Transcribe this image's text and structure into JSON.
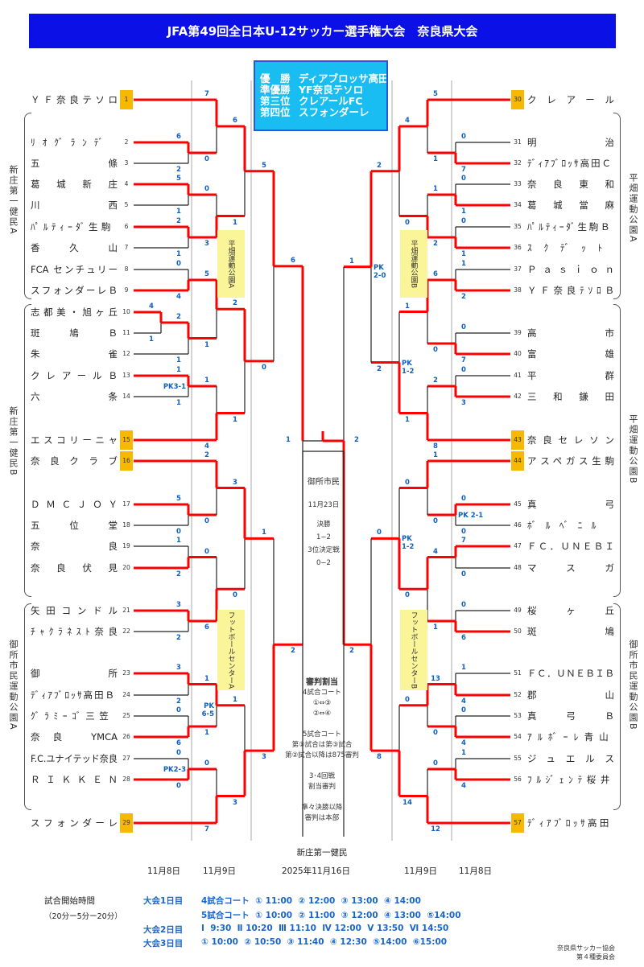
{
  "header": {
    "title": "JFA第49回全日本U-12サッカー選手権大会　奈良県大会"
  },
  "results": [
    {
      "rank": "優　勝",
      "team": "ディアブロッサ高田"
    },
    {
      "rank": "準優勝",
      "team": "YF奈良テソロ"
    },
    {
      "rank": "第三位",
      "team": "クレアールFC"
    },
    {
      "rank": "第四位",
      "team": "スフォンダーレ"
    }
  ],
  "colors": {
    "header": "#0a10e6",
    "results_box": "#19bdf2",
    "winner_line": "#ff0000",
    "score": "#1060c0",
    "seed": "#f8b800",
    "venue": "#fbf59a"
  },
  "teams": {
    "left": [
      {
        "no": "1",
        "name": "ＹＦ奈良テソロ",
        "seed": true
      },
      {
        "no": "2",
        "name": "ﾘｵｸﾞﾗﾝﾃﾞ"
      },
      {
        "no": "3",
        "name": "五條"
      },
      {
        "no": "4",
        "name": "葛城新庄"
      },
      {
        "no": "5",
        "name": "川西"
      },
      {
        "no": "6",
        "name": "ﾊﾟﾙﾃｨｰﾀﾞ生駒"
      },
      {
        "no": "7",
        "name": "香久山"
      },
      {
        "no": "8",
        "name": "FCA センチュリー"
      },
      {
        "no": "9",
        "name": "スフォンダーレＢ"
      },
      {
        "no": "10",
        "name": "志都美・旭ヶ丘"
      },
      {
        "no": "11",
        "name": "斑鳩Ｂ"
      },
      {
        "no": "12",
        "name": "朱雀"
      },
      {
        "no": "13",
        "name": "クレアールＢ"
      },
      {
        "no": "14",
        "name": "六条"
      },
      {
        "no": "15",
        "name": "エスコリーニャ",
        "seed": true
      },
      {
        "no": "16",
        "name": "奈良クラブ",
        "seed": true
      },
      {
        "no": "17",
        "name": "ＤＭＣＪＯＹ"
      },
      {
        "no": "18",
        "name": "五位堂"
      },
      {
        "no": "19",
        "name": "奈良"
      },
      {
        "no": "20",
        "name": "奈良伏見"
      },
      {
        "no": "21",
        "name": "矢田コンドル"
      },
      {
        "no": "22",
        "name": "ﾁｬｸﾗﾈｽﾄ奈良"
      },
      {
        "no": "23",
        "name": "御所"
      },
      {
        "no": "24",
        "name": "ﾃﾞｨｱﾌﾞﾛｯｻ高田Ｂ"
      },
      {
        "no": "25",
        "name": "ｸﾞﾗﾐｰｺﾞ三笠"
      },
      {
        "no": "26",
        "name": "奈良 YMCA"
      },
      {
        "no": "27",
        "name": "F.C.ユナイテッド奈良"
      },
      {
        "no": "28",
        "name": "ＲＩＫＫＥＮ"
      },
      {
        "no": "29",
        "name": "スフォンダーレ",
        "seed": true
      }
    ],
    "right": [
      {
        "no": "30",
        "name": "クレアール",
        "seed": true
      },
      {
        "no": "31",
        "name": "明治"
      },
      {
        "no": "32",
        "name": "ﾃﾞｨｱﾌﾞﾛｯｻ高田Ｃ"
      },
      {
        "no": "33",
        "name": "奈良東和"
      },
      {
        "no": "34",
        "name": "葛城當麻"
      },
      {
        "no": "35",
        "name": "ﾊﾟﾙﾃｨｰﾀﾞ生駒Ｂ"
      },
      {
        "no": "36",
        "name": "ｽｸﾃﾞｯﾄ"
      },
      {
        "no": "37",
        "name": "Ｐａｓｉｏｎ"
      },
      {
        "no": "38",
        "name": "ＹＦ奈良ﾃｿﾛＢ"
      },
      {
        "no": "39",
        "name": "高市"
      },
      {
        "no": "40",
        "name": "富雄"
      },
      {
        "no": "41",
        "name": "平群"
      },
      {
        "no": "42",
        "name": "三和鎌田"
      },
      {
        "no": "43",
        "name": "奈良セレソン",
        "seed": true
      },
      {
        "no": "44",
        "name": "アスペガス生駒",
        "seed": true
      },
      {
        "no": "45",
        "name": "真弓"
      },
      {
        "no": "46",
        "name": "ﾎﾞﾙﾍﾞﾆﾙ"
      },
      {
        "no": "47",
        "name": "ＦＣ．ＵＮＥＢＩ"
      },
      {
        "no": "48",
        "name": "マスガ"
      },
      {
        "no": "49",
        "name": "桜ヶ丘"
      },
      {
        "no": "50",
        "name": "斑鳩"
      },
      {
        "no": "51",
        "name": "ＦＣ．ＵＮＥＢＩＢ"
      },
      {
        "no": "52",
        "name": "郡山"
      },
      {
        "no": "53",
        "name": "真弓Ｂ"
      },
      {
        "no": "54",
        "name": "ｱﾙﾎﾞｰﾚ青山"
      },
      {
        "no": "55",
        "name": "ジュエルス"
      },
      {
        "no": "56",
        "name": "ﾌﾙｼﾞｪﾝﾃ桜井"
      },
      {
        "no": "57",
        "name": "ﾃﾞｨｱﾌﾞﾛｯｻ高田",
        "seed": true
      }
    ]
  },
  "bracket": {
    "left": {
      "matches": [
        {
          "scores": [
            "6",
            "2"
          ],
          "winner": "top"
        },
        {
          "scores": [
            "5",
            "1"
          ],
          "winner": "top"
        },
        {
          "scores": [
            "2",
            "1"
          ],
          "winner": "top"
        },
        {
          "scores": [
            "0",
            "4"
          ],
          "winner": "bottom"
        },
        {
          "scores": [
            "4",
            "1"
          ],
          "winner": "top"
        },
        {
          "scores": [
            "2",
            "1"
          ],
          "winner": "top"
        },
        {
          "scores": [
            "1",
            "1"
          ],
          "winner": "top",
          "pk": "PK3-1"
        },
        {
          "scores": [
            "5",
            "0"
          ],
          "winner": "top"
        },
        {
          "scores": [
            "1",
            "2"
          ],
          "winner": "bottom"
        },
        {
          "scores": [
            "3",
            "2"
          ],
          "winner": "top"
        },
        {
          "scores": [
            "3",
            "2"
          ],
          "winner": "top"
        },
        {
          "scores": [
            "0",
            "6"
          ],
          "winner": "bottom"
        },
        {
          "scores": [
            "0",
            "0"
          ],
          "winner": "bottom",
          "pk": "PK2-3"
        },
        {
          "scores": [
            "7",
            "0"
          ],
          "winner": "top"
        },
        {
          "scores": [
            "0",
            "3"
          ],
          "winner": "bottom"
        },
        {
          "scores": [
            "5",
            "1"
          ],
          "winner": "top"
        },
        {
          "scores": [
            "1",
            "4"
          ],
          "winner": "bottom"
        },
        {
          "scores": [
            "2",
            "0"
          ],
          "winner": "top"
        },
        {
          "scores": [
            "0",
            "6"
          ],
          "winner": "bottom"
        },
        {
          "scores": [
            "1",
            "1"
          ],
          "winner": "top",
          "pk": "PK\n6-5"
        },
        {
          "scores": [
            "0",
            "7"
          ],
          "winner": "bottom"
        },
        {
          "scores": [
            "6",
            "1"
          ],
          "winner": "top"
        },
        {
          "scores": [
            "2",
            "1"
          ],
          "winner": "top"
        },
        {
          "scores": [
            "3",
            "0"
          ],
          "winner": "top"
        },
        {
          "scores": [
            "1",
            "3"
          ],
          "winner": "bottom"
        },
        {
          "scores": [
            "5",
            "0"
          ],
          "winner": "top"
        },
        {
          "scores": [
            "1",
            "3"
          ],
          "winner": "bottom"
        },
        {
          "scores": [
            "6",
            "2"
          ],
          "winner": "top"
        }
      ]
    },
    "right": {
      "matches": [
        {
          "scores": [
            "0",
            "7"
          ],
          "winner": "bottom"
        },
        {
          "scores": [
            "0",
            "1"
          ],
          "winner": "bottom"
        },
        {
          "scores": [
            "0",
            "1"
          ],
          "winner": "bottom"
        },
        {
          "scores": [
            "1",
            "2"
          ],
          "winner": "bottom"
        },
        {
          "scores": [
            "0",
            "7"
          ],
          "winner": "bottom"
        },
        {
          "scores": [
            "0",
            "3"
          ],
          "winner": "bottom"
        },
        {
          "scores": [
            "0",
            "0"
          ],
          "winner": "top",
          "pk": "PK 2-1"
        },
        {
          "scores": [
            "7",
            "0"
          ],
          "winner": "top"
        },
        {
          "scores": [
            "0",
            "6"
          ],
          "winner": "bottom"
        },
        {
          "scores": [
            "1",
            "4"
          ],
          "winner": "bottom"
        },
        {
          "scores": [
            "0",
            "4"
          ],
          "winner": "bottom"
        },
        {
          "scores": [
            "1",
            "4"
          ],
          "winner": "bottom"
        },
        {
          "scores": [
            "5",
            "1"
          ],
          "winner": "top"
        },
        {
          "scores": [
            "1",
            "2"
          ],
          "winner": "bottom"
        },
        {
          "scores": [
            "6",
            "0"
          ],
          "winner": "top"
        },
        {
          "scores": [
            "2",
            "8"
          ],
          "winner": "bottom"
        },
        {
          "scores": [
            "1",
            "0"
          ],
          "winner": "top"
        },
        {
          "scores": [
            "4",
            "1"
          ],
          "winner": "top"
        },
        {
          "scores": [
            "13",
            "0"
          ],
          "winner": "top"
        },
        {
          "scores": [
            "0",
            "12"
          ],
          "winner": "bottom"
        },
        {
          "scores": [
            "4",
            "0"
          ],
          "winner": "top"
        },
        {
          "scores": [
            "1",
            "1"
          ],
          "winner": "bottom",
          "pk": "PK\n1-2"
        },
        {
          "scores": [
            "0",
            "0"
          ],
          "winner": "bottom",
          "pk": "PK\n1-2"
        },
        {
          "scores": [
            "0",
            "14"
          ],
          "winner": "bottom"
        },
        {
          "scores": [
            "2",
            "2"
          ],
          "winner": "top",
          "pk": "PK\n2-0"
        },
        {
          "scores": [
            "0",
            "8"
          ],
          "winner": "bottom"
        },
        {
          "scores": [
            "1",
            "2"
          ],
          "winner": "bottom"
        }
      ]
    },
    "final": {
      "scores": [
        "1",
        "2"
      ]
    }
  },
  "groups": {
    "left": [
      "新庄第一健民A",
      "新庄第一健民B",
      "御所市民運動公園A"
    ],
    "right": [
      "平畑運動公園A",
      "平畑運動公園B",
      "御所市民運動公園B"
    ]
  },
  "venues": {
    "left_top": "平畑運動公園A",
    "left_bottom": "フットボールセンターA",
    "right_top": "平畑運動公園B",
    "right_bottom": "フットボールセンターB"
  },
  "center": {
    "venue": "御所市民",
    "date": "11月23日",
    "final_label": "決勝",
    "final_score": "1−2",
    "third_label": "3位決定戦",
    "third_score": "0−2"
  },
  "referee": [
    "審判割当",
    "4試合コート",
    "①⇔③",
    "②⇔④",
    "",
    "5試合コート",
    "第①試合は第③試合",
    "第②試合以降は875審判",
    "",
    "3･4回戦",
    "割当審判",
    "",
    "準々決勝以降",
    "審判は本部"
  ],
  "bottom": {
    "venue": "新庄第一健民",
    "dates": [
      "11月8日",
      "11月9日",
      "2025年11月16日",
      "11月9日",
      "11月8日"
    ],
    "schedule_title": "試合開始時間",
    "schedule_note": "（20分ー5分ー20分）",
    "schedule": [
      {
        "day": "大会1日目",
        "text": "4試合コート  ① 11:00  ② 12:00  ③ 13:00  ④ 14:00"
      },
      {
        "day": "",
        "text": "5試合コート  ① 10:00  ② 11:00  ③ 12:00  ④ 13:00  ⑤14:00"
      },
      {
        "day": "大会2日目",
        "text": "Ⅰ  9:30  Ⅱ 10:20  Ⅲ 11:10  Ⅳ 12:00  Ⅴ 13:50  Ⅵ 14:50"
      },
      {
        "day": "大会3日目",
        "text": "① 10:00  ② 10:50  ③ 11:40  ④ 12:30  ⑤14:00  ⑥15:00"
      }
    ],
    "footer": [
      "奈良県サッカー協会",
      "第４種委員会"
    ]
  }
}
